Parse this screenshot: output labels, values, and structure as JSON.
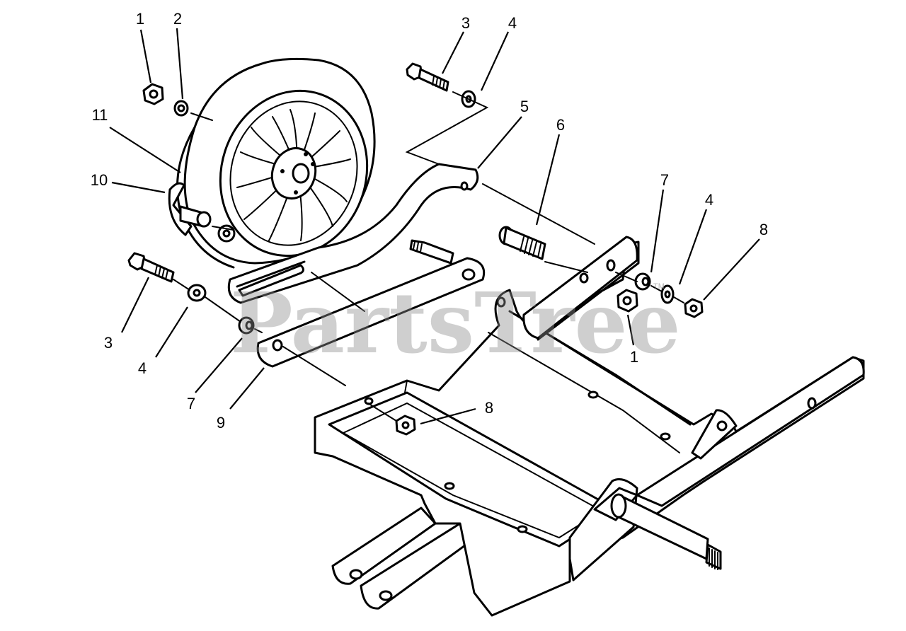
{
  "watermark": {
    "text": "PartsTree",
    "trademark": "TM"
  },
  "callouts": {
    "c1a": "1",
    "c2": "2",
    "c11": "11",
    "c10": "10",
    "c3a": "3",
    "c4a": "4",
    "c5": "5",
    "c6": "6",
    "c7a": "7",
    "c4b": "4",
    "c8a": "8",
    "c3b": "3",
    "c4c": "4",
    "c7b": "7",
    "c9": "9",
    "c1b": "1",
    "c8b": "8"
  }
}
